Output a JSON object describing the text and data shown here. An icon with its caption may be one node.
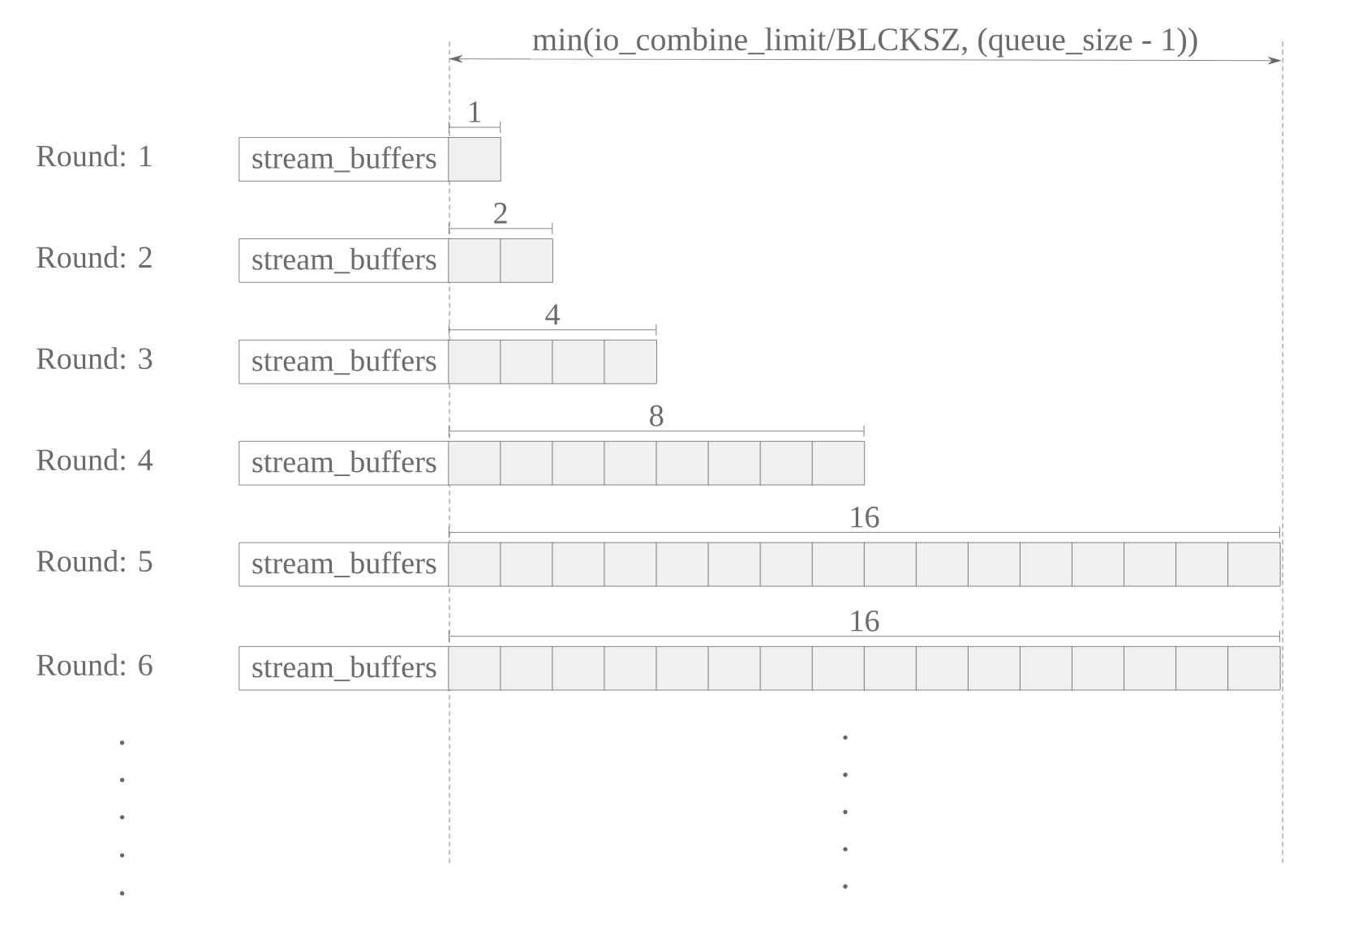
{
  "diagram": {
    "nodes": [
      {
        "text": [
          "stream_buffers"
        ]
      },
      {
        "text": [],
        "shape": "box"
      },
      {
        "text": [
          "stream_buffers"
        ]
      },
      {
        "text": [],
        "shape": "box"
      },
      {
        "text": [],
        "shape": "box"
      },
      {
        "text": [
          "stream_buffers"
        ]
      },
      {
        "text": [],
        "shape": "box"
      },
      {
        "text": [],
        "shape": "box"
      },
      {
        "text": [],
        "shape": "box"
      },
      {
        "text": [],
        "shape": "box"
      },
      {
        "text": [
          "stream_buffers"
        ]
      },
      {
        "text": [],
        "shape": "box"
      },
      {
        "text": [],
        "shape": "box"
      },
      {
        "text": [],
        "shape": "box"
      },
      {
        "text": [],
        "shape": "box"
      },
      {
        "text": [],
        "shape": "box"
      },
      {
        "text": [],
        "shape": "box"
      },
      {
        "text": [],
        "shape": "box"
      },
      {
        "text": [],
        "shape": "box"
      },
      {
        "text": [
          "stream_buffers"
        ]
      },
      {
        "text": [],
        "shape": "box"
      },
      {
        "text": [],
        "shape": "box"
      },
      {
        "text": [],
        "shape": "box"
      },
      {
        "text": [],
        "shape": "box"
      },
      {
        "text": [],
        "shape": "box"
      },
      {
        "text": [],
        "shape": "box"
      },
      {
        "text": [],
        "shape": "box"
      },
      {
        "text": [],
        "shape": "box"
      },
      {
        "text": [],
        "shape": "box"
      },
      {
        "text": [],
        "shape": "box"
      },
      {
        "text": [],
        "shape": "box"
      },
      {
        "text": [],
        "shape": "box"
      },
      {
        "text": [],
        "shape": "box"
      },
      {
        "text": [],
        "shape": "box"
      },
      {
        "text": [],
        "shape": "box"
      },
      {
        "text": [],
        "shape": "box"
      },
      {
        "text": [
          "stream_buffers"
        ]
      },
      {
        "text": [],
        "shape": "box"
      },
      {
        "text": [],
        "shape": "box"
      },
      {
        "text": [],
        "shape": "box"
      },
      {
        "text": [],
        "shape": "box"
      },
      {
        "text": [],
        "shape": "box"
      },
      {
        "text": [],
        "shape": "box"
      },
      {
        "text": [],
        "shape": "box"
      },
      {
        "text": [],
        "shape": "box"
      },
      {
        "text": [],
        "shape": "box"
      },
      {
        "text": [],
        "shape": "box"
      },
      {
        "text": [],
        "shape": "box"
      },
      {
        "text": [],
        "shape": "box"
      },
      {
        "text": [],
        "shape": "box"
      },
      {
        "text": [],
        "shape": "box"
      },
      {
        "text": [],
        "shape": "box"
      },
      {
        "text": [],
        "shape": "box"
      }
    ],
    "labels": [
      "min(io_combine_limit/BLCKSZ, (queue_size - 1))",
      "1",
      "Round: 1",
      "2",
      "Round: 2",
      "4",
      "Round: 3",
      "8",
      "Round: 4",
      "16",
      "Round: 5",
      "16",
      "Round: 6"
    ]
  }
}
